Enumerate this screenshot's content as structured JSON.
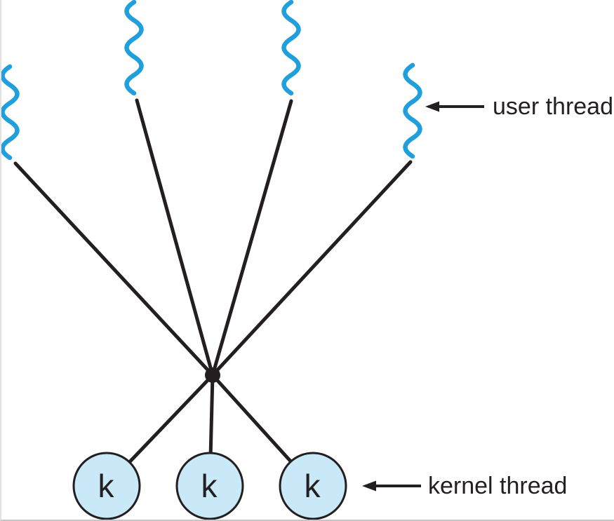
{
  "labels": {
    "user_thread": "user thread",
    "kernel_thread": "kernel thread"
  },
  "kernel_nodes": [
    {
      "label": "k"
    },
    {
      "label": "k"
    },
    {
      "label": "k"
    }
  ],
  "colors": {
    "user_thread_blue": "#219FDD",
    "kernel_node_fill": "#C9E8F8",
    "ink": "#231F20",
    "background": "#FFFFFF",
    "frame_border": "#C6C6C6",
    "frame_border_light": "#E2E2E2"
  }
}
